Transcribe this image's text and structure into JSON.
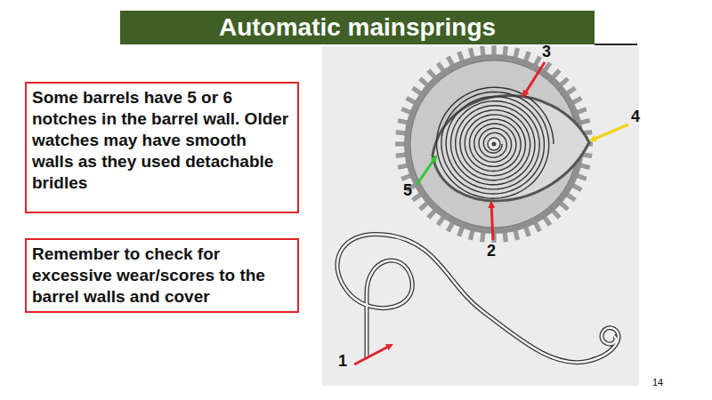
{
  "diagram": {
    "title": "Automatic mainsprings",
    "nodes": [
      {
        "text": [
          "Some barrels have 5 or 6 notches in the barrel wall. Older watches may have smooth walls as they used detachable bridles"
        ]
      },
      {
        "text": [
          "Remember to check for excessive wear/scores to the barrel walls and cover"
        ]
      }
    ],
    "labels": [
      "1",
      "2",
      "3",
      "4",
      "5",
      "14"
    ]
  }
}
